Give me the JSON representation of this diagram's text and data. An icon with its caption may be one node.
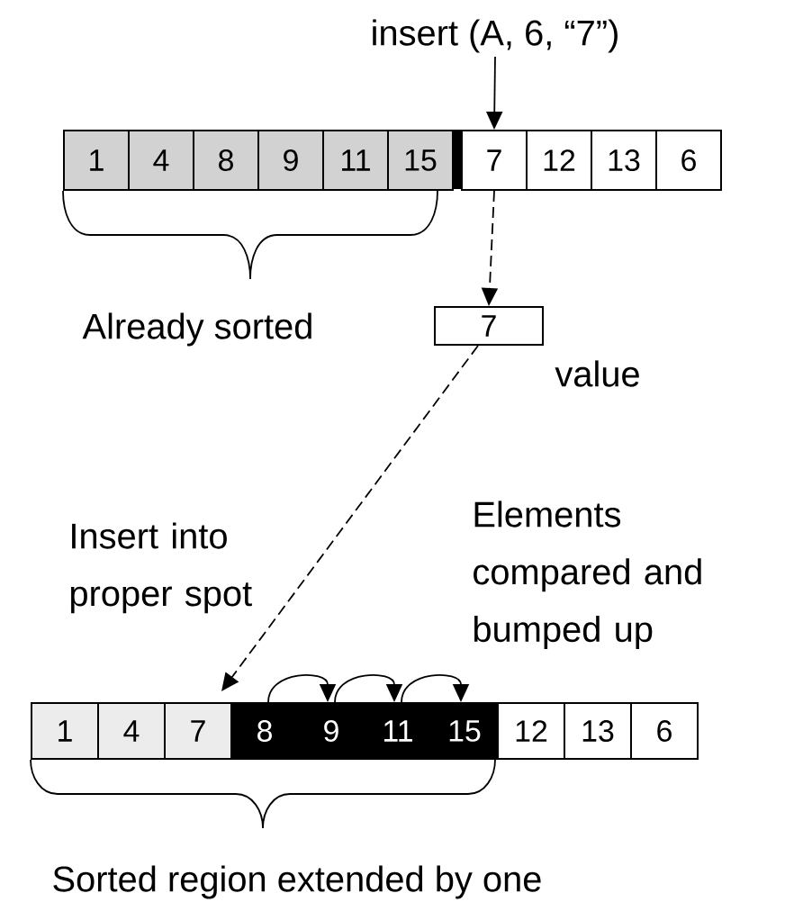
{
  "diagram": {
    "nodes": [
      {
        "text": [
          "insert (A, 6, “7”)"
        ]
      },
      {
        "text": [
          "1"
        ]
      },
      {
        "text": [
          "4"
        ]
      },
      {
        "text": [
          "8"
        ]
      },
      {
        "text": [
          "9"
        ]
      },
      {
        "text": [
          "11"
        ]
      },
      {
        "text": [
          "15"
        ]
      },
      {
        "text": [
          "7"
        ]
      },
      {
        "text": [
          "12"
        ]
      },
      {
        "text": [
          "13"
        ]
      },
      {
        "text": [
          "6"
        ]
      },
      {
        "text": [
          "7"
        ],
        "beside": [
          "value"
        ]
      },
      {
        "text": [
          "1"
        ]
      },
      {
        "text": [
          "4"
        ]
      },
      {
        "text": [
          "7"
        ]
      },
      {
        "text": [
          "8"
        ]
      },
      {
        "text": [
          "9"
        ]
      },
      {
        "text": [
          "11"
        ]
      },
      {
        "text": [
          "15"
        ]
      },
      {
        "text": [
          "12"
        ]
      },
      {
        "text": [
          "13"
        ]
      },
      {
        "text": [
          "6"
        ]
      }
    ],
    "edges": [
      {
        "from": 0,
        "to": 7,
        "arrow": "to"
      },
      {
        "from": 7,
        "to": 11,
        "arrow": "to",
        "style": "dashed"
      },
      {
        "from": 11,
        "to": 14,
        "arrow": "to",
        "style": "dashed"
      },
      {
        "from": 15,
        "to": 16,
        "arrow": "to"
      },
      {
        "from": 16,
        "to": 17,
        "arrow": "to"
      },
      {
        "from": 17,
        "to": 18,
        "arrow": "to"
      }
    ],
    "labels": [
      "Already sorted",
      "Insert into proper spot",
      "Elements compared and bumped up",
      "Sorted region extended by one"
    ]
  }
}
